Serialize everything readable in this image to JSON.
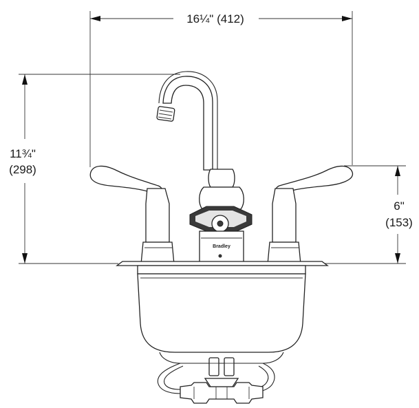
{
  "dimensions": {
    "width": {
      "imperial": "16¼\"",
      "metric": "(412)"
    },
    "height": {
      "imperial": "11¾\"",
      "metric": "(298)"
    },
    "handle_height": {
      "imperial": "6\"",
      "metric": "(153)"
    }
  },
  "labels": {
    "brand_mark": "Bradley"
  }
}
